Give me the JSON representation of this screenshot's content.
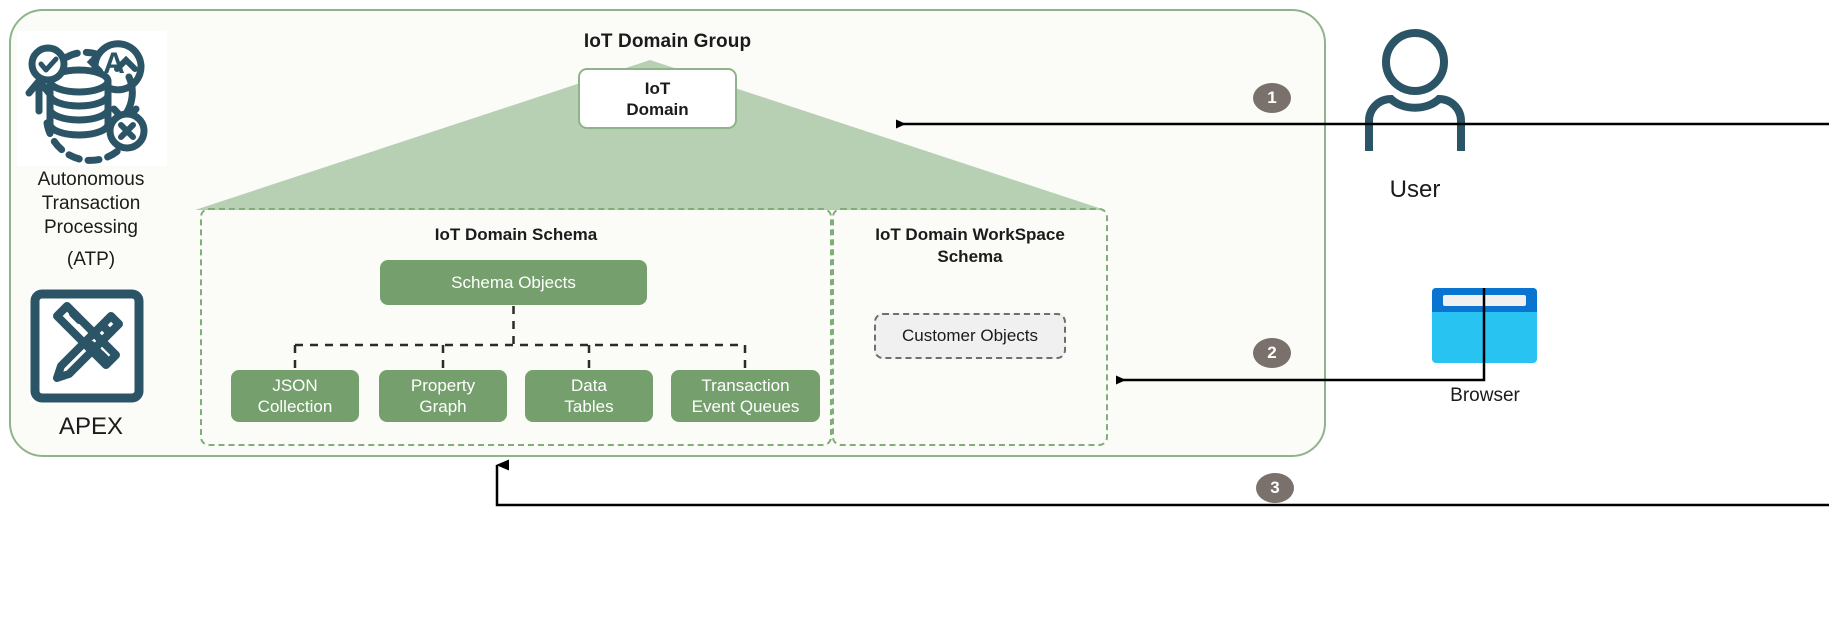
{
  "diagram": {
    "title": "IoT Domain Group",
    "colors": {
      "container_border": "#8fb48b",
      "container_fill": "#fbfbf8",
      "triangle_fill": "#b7cfb2",
      "node_green": "#75a06d",
      "dashed_green": "#7fae79",
      "icon_teal": "#2b5566",
      "badge_gray": "#7a706c",
      "browser_titlebar": "#0a74d1",
      "browser_body": "#29c3f2"
    }
  },
  "left_column": {
    "atp": {
      "icon": "autonomous-database-icon",
      "label_lines": [
        "Autonomous",
        "Transaction",
        "Processing",
        "(ATP)"
      ]
    },
    "apex": {
      "icon": "ruler-pencil-icon",
      "label": "APEX"
    }
  },
  "domain": {
    "node_label_lines": [
      "IoT",
      "Domain"
    ]
  },
  "schema_panel": {
    "title": "IoT Domain Schema",
    "root_node": "Schema Objects",
    "children": [
      {
        "id": "json-collection",
        "lines": [
          "JSON",
          "Collection"
        ]
      },
      {
        "id": "property-graph",
        "lines": [
          "Property",
          "Graph"
        ]
      },
      {
        "id": "data-tables",
        "lines": [
          "Data",
          "Tables"
        ]
      },
      {
        "id": "transaction-event-queues",
        "lines": [
          "Transaction",
          "Event Queues"
        ]
      }
    ]
  },
  "workspace_panel": {
    "title_lines": [
      "IoT Domain WorkSpace",
      "Schema"
    ],
    "objects": "Customer Objects"
  },
  "actors": {
    "user": {
      "icon": "user-icon",
      "label": "User"
    },
    "browser": {
      "icon": "browser-window-icon",
      "label": "Browser"
    }
  },
  "steps": [
    {
      "number": "1"
    },
    {
      "number": "2"
    },
    {
      "number": "3"
    }
  ]
}
